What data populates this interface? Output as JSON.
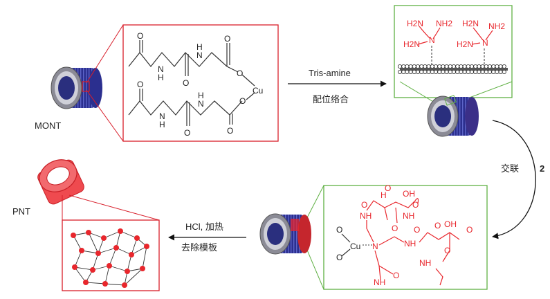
{
  "labels": {
    "mont": "MONT",
    "pnt": "PNT",
    "step1_top": "Tris-amine",
    "step1_bottom": "配位络合",
    "step2_text": "交联",
    "step2_reagent": "2",
    "step3_top": "HCl, 加热",
    "step3_bottom": "去除模板"
  },
  "atoms": {
    "N": "N",
    "H": "H",
    "O": "O",
    "Cu": "Cu",
    "NH": "NH",
    "OH": "OH",
    "H2N": "H2N",
    "NH2": "NH2"
  },
  "colors": {
    "red_box": "#d81e2a",
    "green_box": "#5fb043",
    "polymer": "#e8262c",
    "tube_blue": "#2b2f8f",
    "text": "#222222"
  }
}
